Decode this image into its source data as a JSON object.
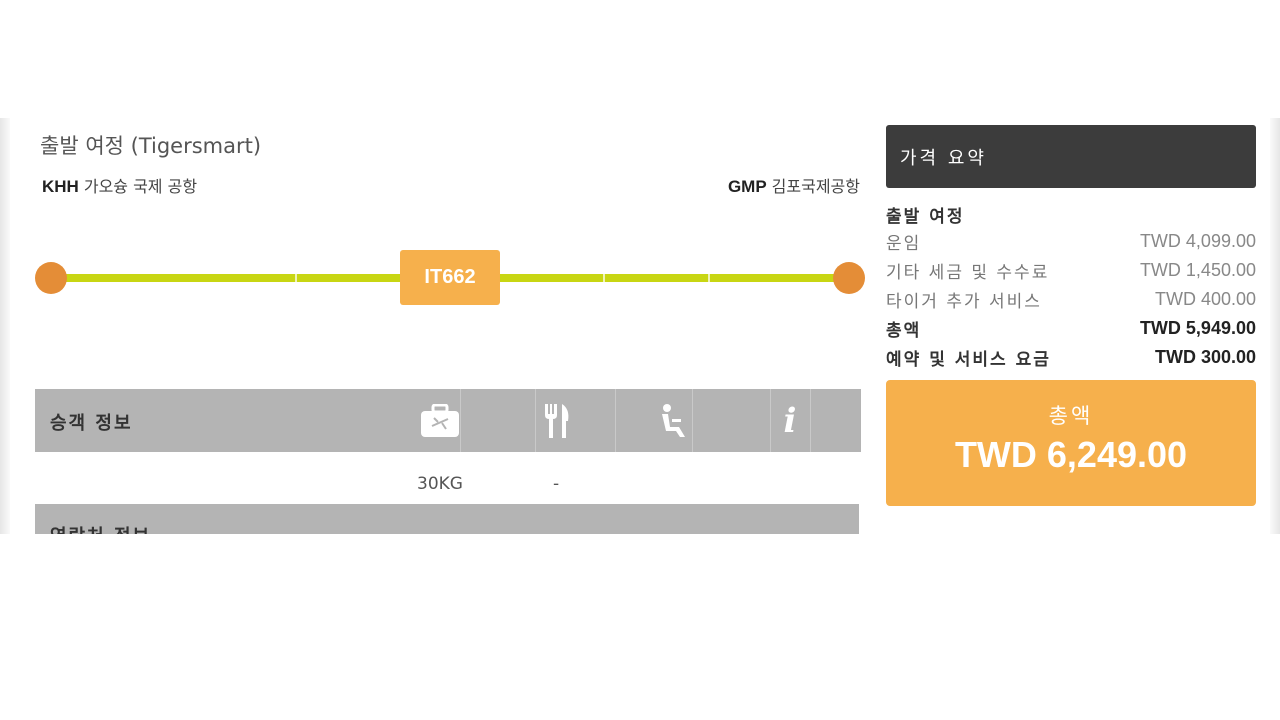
{
  "trip": {
    "title": "출발 여정 (Tigersmart)",
    "origin": {
      "code": "KHH",
      "name": "가오슝 국제 공항"
    },
    "destination": {
      "code": "GMP",
      "name": "김포국제공항"
    },
    "flight_number": "IT662"
  },
  "passenger": {
    "header": "승객 정보",
    "icons": [
      "baggage-icon",
      "meal-icon",
      "seat-icon",
      "info-icon"
    ],
    "baggage_value": "30KG",
    "meal_value": "-"
  },
  "contact": {
    "header": "연락처 정보"
  },
  "summary": {
    "header": "가격 요약",
    "section": "출발 여정",
    "rows": [
      {
        "label": "운임",
        "value": "TWD 4,099.00"
      },
      {
        "label": "기타 세금 및 수수료",
        "value": "TWD 1,450.00"
      },
      {
        "label": "타이거 추가 서비스",
        "value": "TWD 400.00"
      },
      {
        "label": "총액",
        "value": "TWD 5,949.00"
      },
      {
        "label": "예약 및 서비스 요금",
        "value": "TWD 300.00"
      }
    ],
    "total_label": "총액",
    "total_value": "TWD 6,249.00"
  },
  "colors": {
    "accent_orange": "#f6b04c",
    "route_dot": "#e48d37",
    "route_line": "#c8d613",
    "summary_header": "#3c3c3c",
    "table_header": "#b4b4b4"
  }
}
